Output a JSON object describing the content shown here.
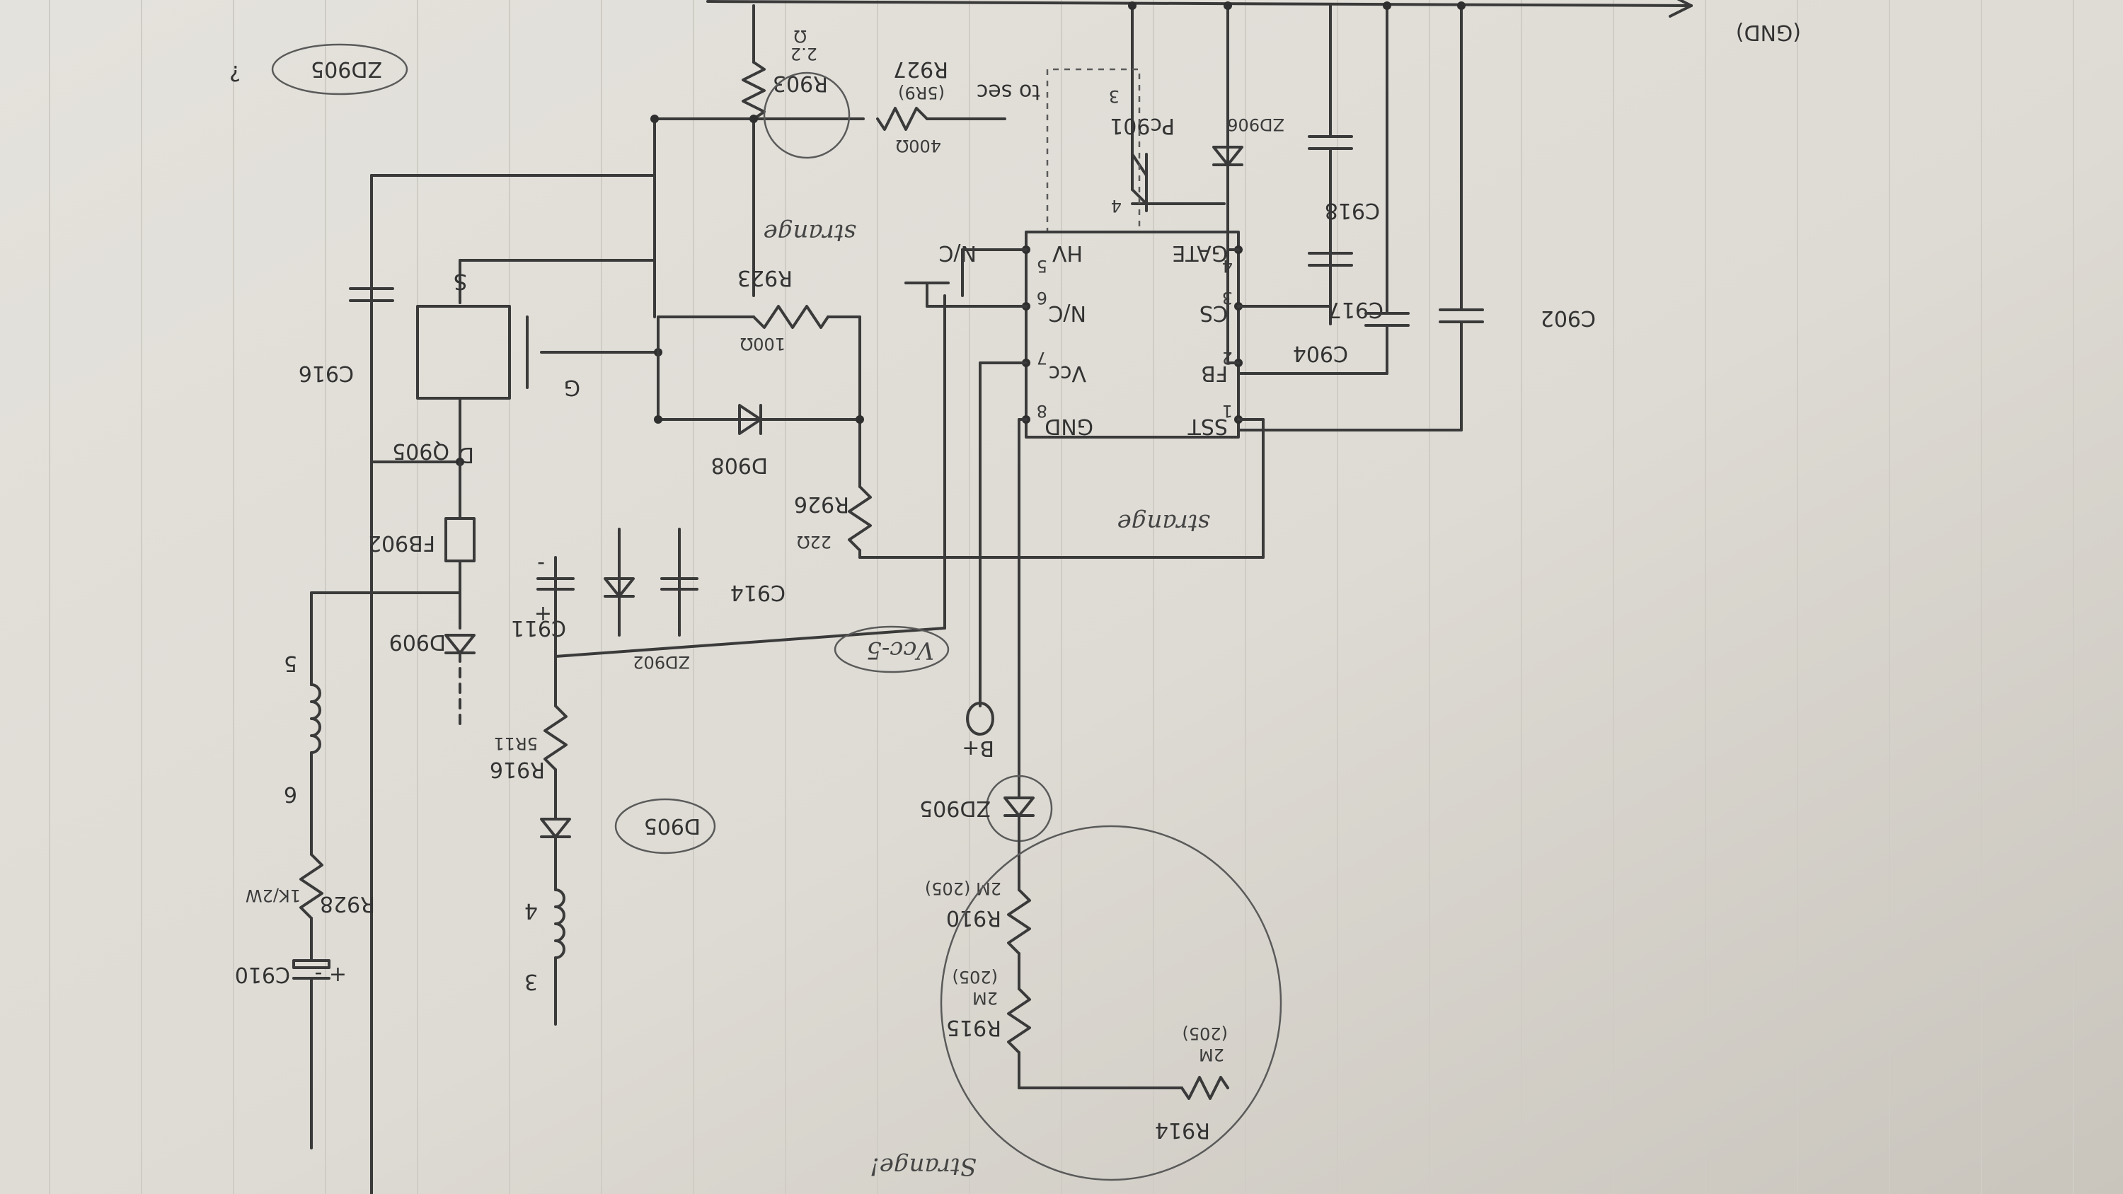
{
  "labels": {
    "gnd_top": "(GND)",
    "zd905_circled": "ZD905",
    "question1": "?",
    "r903": "R903",
    "r903_val": "2.2",
    "r903_ohm": "Ω",
    "r927": "R927",
    "r927_val": "(5R9)",
    "r927_val2": "400Ω",
    "to_sec": "to sec",
    "pc901": "Pc901",
    "pc_pin3": "3",
    "pc_pin4": "4",
    "zd906": "ZD906",
    "c918": "C918",
    "c917": "C917",
    "c904": "C904",
    "c902": "C902",
    "strange1": "strange",
    "strange2": "strange",
    "strange3": "Strange!",
    "ic_hv": "HV",
    "ic_hv_pin": "5",
    "ic_gate": "GATE",
    "ic_gate_pin": "4",
    "ic_nc": "N/C",
    "ic_nc_pin": "6",
    "ic_cs": "CS",
    "ic_cs_pin": "3",
    "ic_vcc": "Vcc",
    "ic_vcc_pin": "7",
    "ic_fb": "FB",
    "ic_fb_pin": "2",
    "ic_gnd": "GND",
    "ic_gnd_pin": "8",
    "ic_sst": "SST",
    "ic_sst_pin": "1",
    "nc_out": "N/C",
    "r923": "R923",
    "r923_val": "100Ω",
    "d908": "D908",
    "r926": "R926",
    "r926_val": "22Ω",
    "q905": "Q905",
    "q905_d": "D",
    "q905_s": "S",
    "q905_g": "G",
    "c916": "C916",
    "fb902": "FB902",
    "d909": "D909",
    "c911": "C911",
    "c911_plus": "+",
    "c911_minus": "-",
    "c914": "C914",
    "zd902": "ZD902",
    "vcc5": "Vcc-5",
    "r916": "R916",
    "r916_val": "5R11",
    "d905": "D905",
    "t_pin5": "5",
    "t_pin6": "6",
    "t_pin4": "4",
    "t_pin3": "3",
    "r928": "R928",
    "r928_val": "1K/2W",
    "c910": "C910",
    "c910_pm": "+ -",
    "bplus": "B+",
    "zd905": "ZD905",
    "r910": "R910",
    "r910_val": "2M (205)",
    "r915": "R915",
    "r915_val": "2M",
    "r915_val2": "(205)",
    "r914": "R914",
    "r914_val": "2M",
    "r914_val2": "(205)",
    "faint_c910": "C910"
  }
}
